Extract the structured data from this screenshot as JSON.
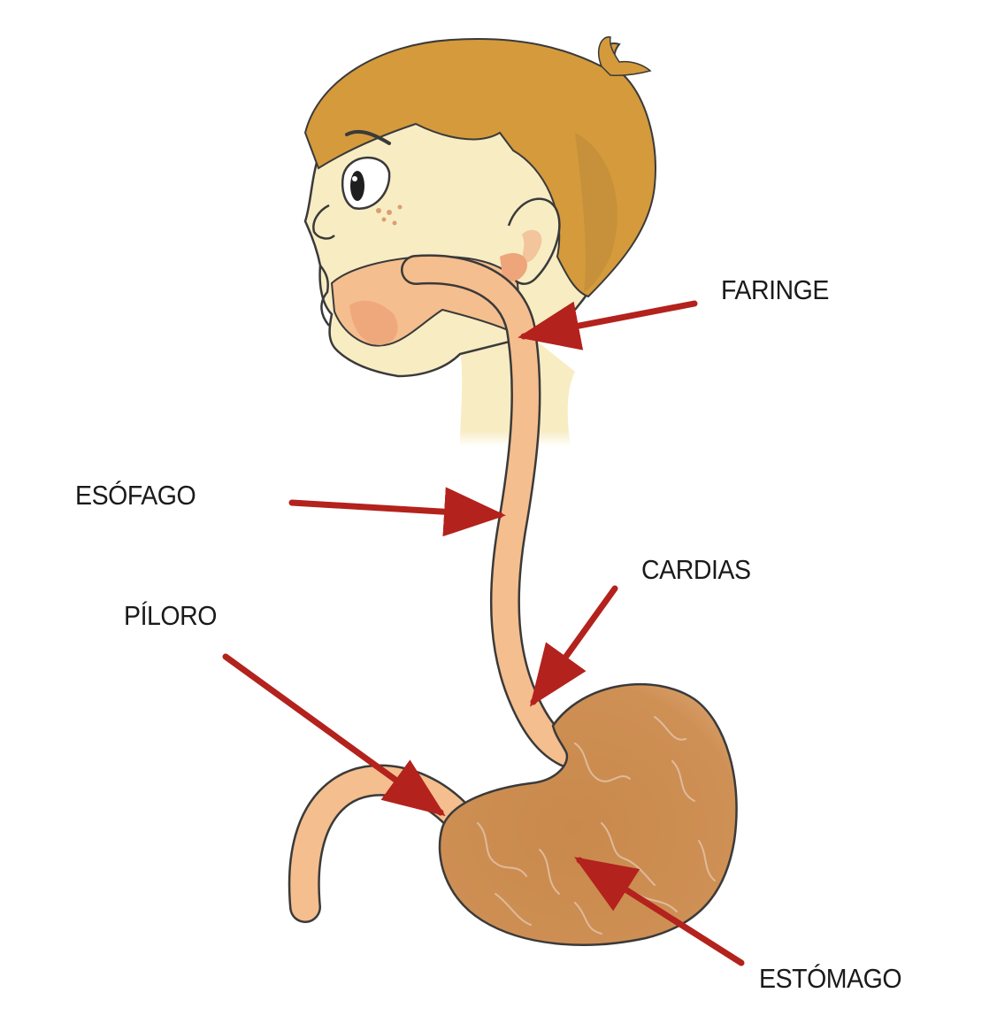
{
  "labels": {
    "faringe": "FARINGE",
    "esofago": "ESÓFAGO",
    "cardias": "CARDIAS",
    "piloro": "PÍLORO",
    "estomago": "ESTÓMAGO"
  },
  "colors": {
    "skin": "#f8ecc3",
    "hair": "#d49a3c",
    "tract": "#f5be8e",
    "stomach": "#cd8d50",
    "arrow": "#b3221c",
    "outline": "#3a3a3a"
  }
}
